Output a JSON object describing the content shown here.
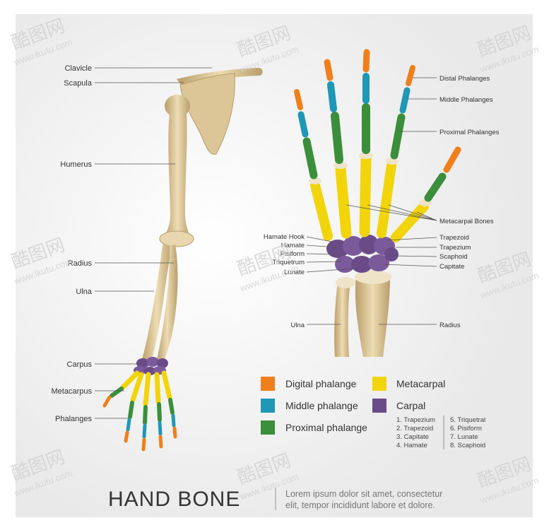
{
  "title": "HAND BONE",
  "description_lines": [
    "Lorem ipsum dolor sit amet, consectetur",
    "elit, tempor incididunt labore et dolore."
  ],
  "arm_labels": [
    "Clavicle",
    "Scapula",
    "Humerus",
    "Radius",
    "Ulna",
    "Carpus",
    "Metacarpus",
    "Phalanges"
  ],
  "hand_labels": {
    "right": [
      "Distal Phalanges",
      "Middle Phalanges",
      "Proximal Phalanges",
      "Metacarpal Bones",
      "Trapezoid",
      "Trapezium",
      "Scaphoid",
      "Capitate"
    ],
    "left": [
      "Hamate Hook",
      "Hamate",
      "Pisiform",
      "Triquetrum",
      "Lunate"
    ],
    "ulna": "Ulna",
    "radius": "Radius"
  },
  "legend": [
    {
      "label": "Digital phalange",
      "color": "#ef7f1a"
    },
    {
      "label": "Metacarpal",
      "color": "#f2d40a"
    },
    {
      "label": "Middle phalange",
      "color": "#1f97b6"
    },
    {
      "label": "Carpal",
      "color": "#6a4b88"
    },
    {
      "label": "Proximal phalange",
      "color": "#3b8e3a"
    }
  ],
  "carpal_list_left": [
    "1. Trapezium",
    "2. Trapezoid",
    "3. Capitate",
    "4. Hamate"
  ],
  "carpal_list_right": [
    "5. Triquetral",
    "6. Pisiform",
    "7. Lunate",
    "8. Scaphoid"
  ],
  "watermark": {
    "logo_text": "酷图网",
    "url_text": "www.ikutu.com"
  },
  "colors": {
    "bone": "#dcc596",
    "bone_dark": "#b89e6a",
    "distal": "#ef7f1a",
    "middle": "#1f97b6",
    "proximal": "#3b8e3a",
    "metacarpal": "#f2d40a",
    "carpal": "#6a4b88"
  }
}
